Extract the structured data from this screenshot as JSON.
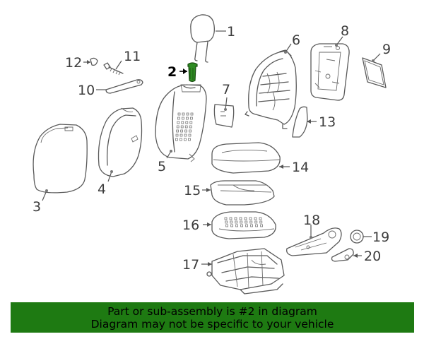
{
  "diagram": {
    "highlighted_part": "2",
    "highlight_color": "#2e8b22",
    "callouts": [
      {
        "id": "1",
        "label": "1"
      },
      {
        "id": "2",
        "label": "2"
      },
      {
        "id": "3",
        "label": "3"
      },
      {
        "id": "4",
        "label": "4"
      },
      {
        "id": "5",
        "label": "5"
      },
      {
        "id": "6",
        "label": "6"
      },
      {
        "id": "7",
        "label": "7"
      },
      {
        "id": "8",
        "label": "8"
      },
      {
        "id": "9",
        "label": "9"
      },
      {
        "id": "10",
        "label": "10"
      },
      {
        "id": "11",
        "label": "11"
      },
      {
        "id": "12",
        "label": "12"
      },
      {
        "id": "13",
        "label": "13"
      },
      {
        "id": "14",
        "label": "14"
      },
      {
        "id": "15",
        "label": "15"
      },
      {
        "id": "16",
        "label": "16"
      },
      {
        "id": "17",
        "label": "17"
      },
      {
        "id": "18",
        "label": "18"
      },
      {
        "id": "19",
        "label": "19"
      },
      {
        "id": "20",
        "label": "20"
      }
    ]
  },
  "banner": {
    "line1": "Part or sub-assembly is #2 in diagram",
    "line2": "Diagram may not be specific to your vehicle",
    "background": "#1e7a12"
  }
}
